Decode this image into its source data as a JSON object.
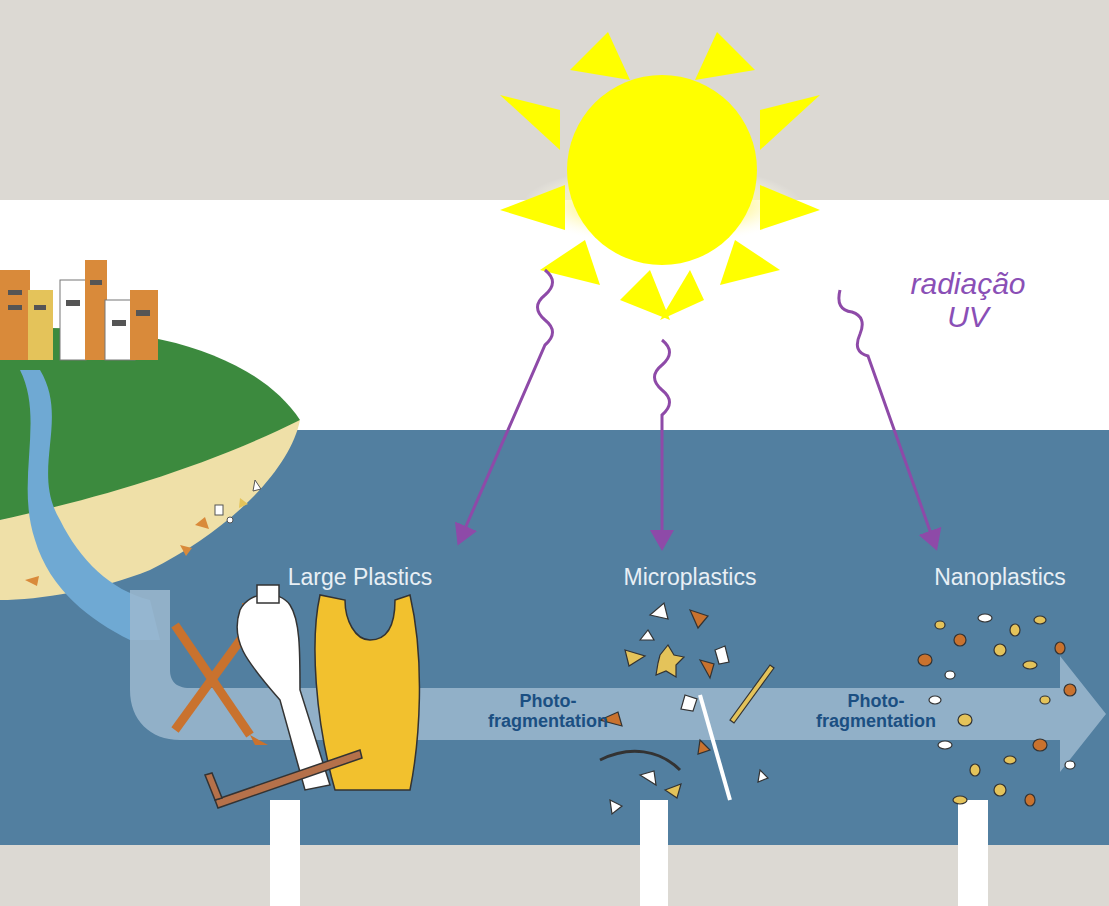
{
  "diagram": {
    "labels": [
      "radiação UV",
      "Large Plastics",
      "Microplastics",
      "Nanoplastics",
      "Photo- fragmentation",
      "Photo- fragmentation"
    ]
  }
}
